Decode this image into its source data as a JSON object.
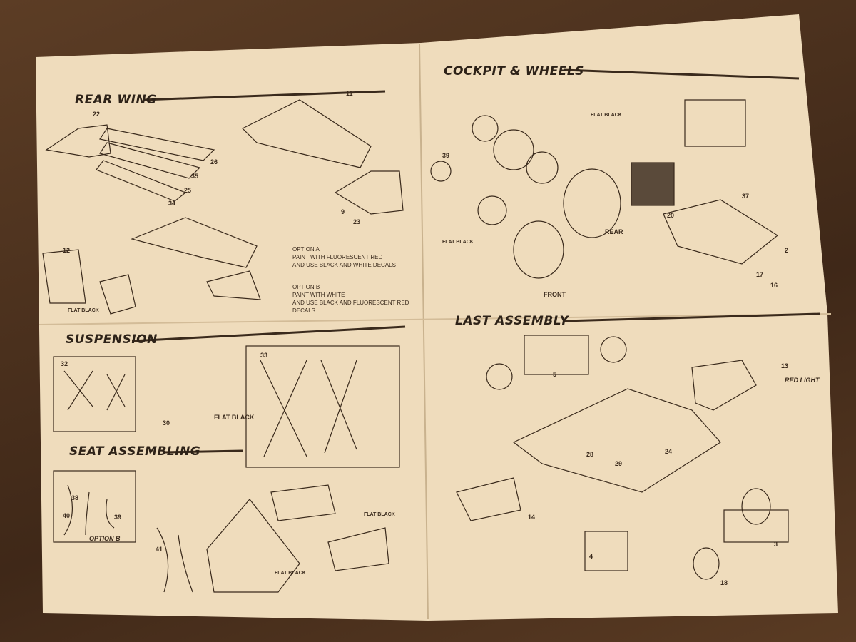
{
  "sections": {
    "rear_wing": "REAR WING",
    "cockpit_wheels": "COCKPIT & WHEELS",
    "suspension": "SUSPENSION",
    "seat_assembling": "SEAT ASSEMBLING",
    "last_assembly": "LAST ASSEMBLY"
  },
  "options": {
    "a_title": "OPTION A",
    "a_line1": "PAINT WITH FLUORESCENT RED",
    "a_line2": "AND USE BLACK AND WHITE DECALS",
    "b_title": "OPTION B",
    "b_line1": "PAINT WITH WHITE",
    "b_line2": "AND USE BLACK AND FLUORESCENT RED",
    "b_line3": "DECALS"
  },
  "labels": {
    "flat_black": "FLAT BLACK",
    "rear": "REAR",
    "front": "FRONT",
    "red_light": "RED LIGHT",
    "option_b": "OPTION B"
  },
  "parts": [
    "22",
    "26",
    "35",
    "25",
    "34",
    "11",
    "9",
    "23",
    "12",
    "39",
    "37",
    "20",
    "2",
    "17",
    "16",
    "32",
    "30",
    "33",
    "38",
    "40",
    "39",
    "41",
    "5",
    "13",
    "28",
    "29",
    "24",
    "14",
    "4",
    "3",
    "18"
  ],
  "colors": {
    "paper": "#efdcbc",
    "ink": "#2d2218",
    "wood": "#4e3320"
  }
}
